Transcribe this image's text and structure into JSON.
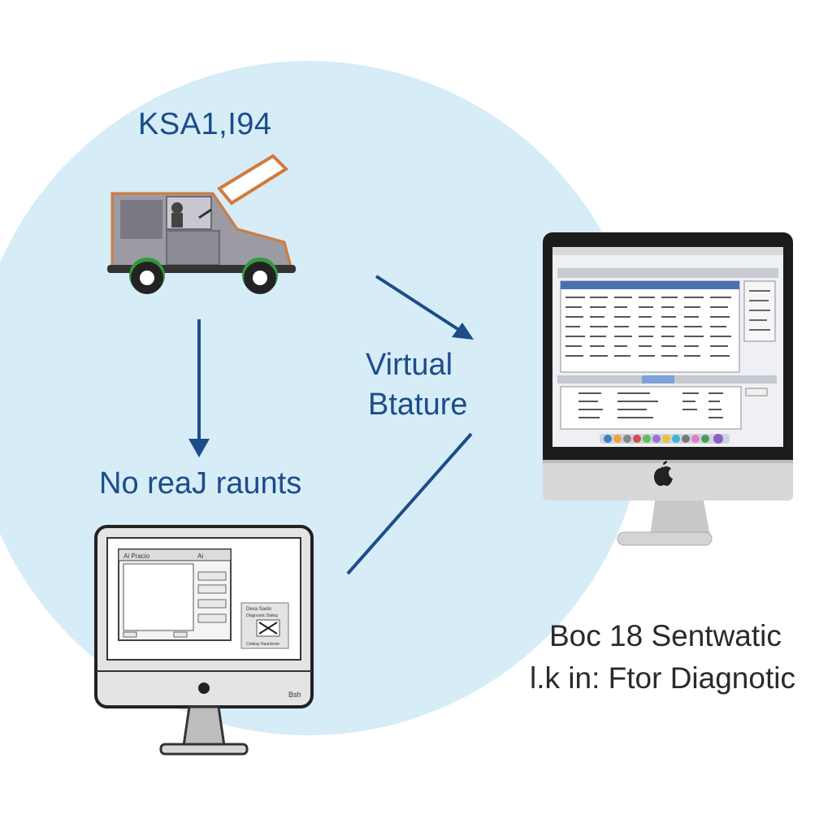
{
  "labels": {
    "vehicle_code": "KSA1,I94",
    "left_caption": "No reaJ raunts",
    "middle_caption_line1": "Virtual",
    "middle_caption_line2": "Btature",
    "right_caption_line1": "Boc 18 Sentwatic",
    "right_caption_line2": "l.k in: Ftor Diagnotic"
  },
  "small_monitor": {
    "window_title": "Ai Pracio",
    "tab_label": "Ai",
    "dialog_title": "Dexa Saolo",
    "dialog_subtitle": "Diagnostic Dialog",
    "dialog_footer": "Cinbiay Raunteste",
    "brand": "Bsh"
  },
  "icons": {
    "vehicle": "vehicle-icon",
    "apple_logo": "apple-logo-icon",
    "arrow_down": "arrow-down-icon",
    "arrow_diagonal": "arrow-diagonal-icon"
  },
  "colors": {
    "circle_fill": "#d6ecf7",
    "arrow": "#1d4c8a",
    "vehicle_body": "#9c9aa3",
    "vehicle_outline": "#d27a3c",
    "wheel_accent": "#2f9a3a"
  }
}
